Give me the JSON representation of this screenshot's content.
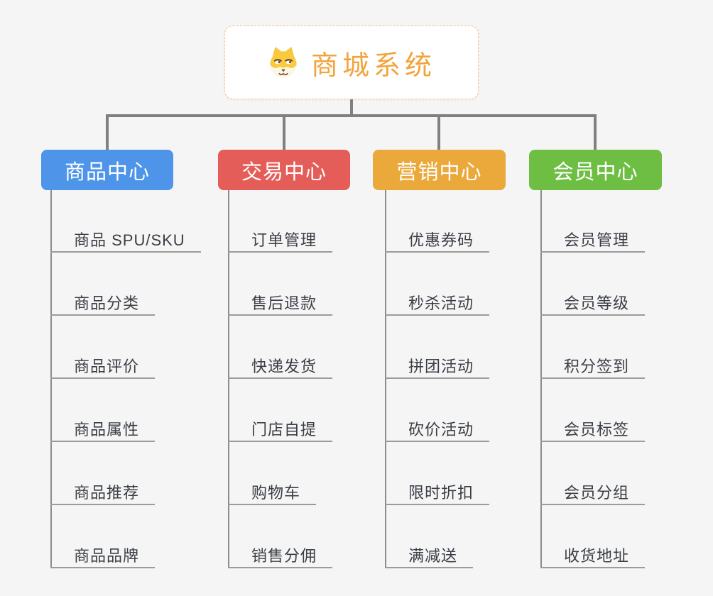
{
  "root": {
    "title": "商城系统",
    "icon": "dog-face-icon"
  },
  "colors": {
    "background": "#f5f5f6",
    "connector": "#808080",
    "trunk": "#8c8c8c",
    "underline": "#9b9b9b",
    "root_text": "#f2a43c",
    "root_border": "#f2c684",
    "child_text": "#3a3e44"
  },
  "branches": [
    {
      "label": "商品中心",
      "color": "#4e94e9",
      "children": [
        "商品 SPU/SKU",
        "商品分类",
        "商品评价",
        "商品属性",
        "商品推荐",
        "商品品牌"
      ]
    },
    {
      "label": "交易中心",
      "color": "#e55d58",
      "children": [
        "订单管理",
        "售后退款",
        "快递发货",
        "门店自提",
        "购物车",
        "销售分佣"
      ]
    },
    {
      "label": "营销中心",
      "color": "#eba93b",
      "children": [
        "优惠券码",
        "秒杀活动",
        "拼团活动",
        "砍价活动",
        "限时折扣",
        "满减送"
      ]
    },
    {
      "label": "会员中心",
      "color": "#6ebe44",
      "children": [
        "会员管理",
        "会员等级",
        "积分签到",
        "会员标签",
        "会员分组",
        "收货地址"
      ]
    }
  ]
}
